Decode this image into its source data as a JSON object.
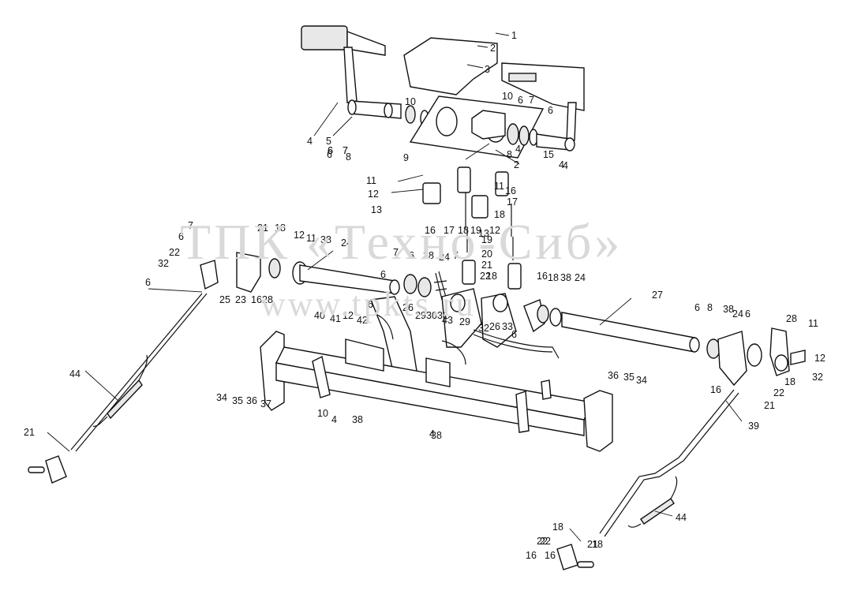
{
  "watermark": {
    "line1": "ТПК «Техно-Сиб»",
    "line2": "www.tpkts.ru"
  },
  "callouts": [
    "1",
    "2",
    "3",
    "4",
    "5",
    "6",
    "7",
    "6",
    "8",
    "10",
    "9",
    "10",
    "6",
    "7",
    "6",
    "4",
    "8",
    "2",
    "4",
    "15",
    "4",
    "7",
    "6",
    "11",
    "12",
    "13",
    "16",
    "17",
    "18",
    "19",
    "13",
    "12",
    "11",
    "16",
    "17",
    "18",
    "19",
    "20",
    "21",
    "22",
    "18",
    "16",
    "18",
    "38",
    "24",
    "7",
    "6",
    "32",
    "22",
    "21",
    "18",
    "12",
    "11",
    "38",
    "24",
    "6",
    "25",
    "23",
    "16",
    "28",
    "6",
    "7",
    "6",
    "38",
    "24",
    "7",
    "6",
    "26",
    "29",
    "30",
    "31",
    "43",
    "29",
    "32",
    "26",
    "33",
    "6",
    "27",
    "40",
    "41",
    "12",
    "42",
    "34",
    "35",
    "36",
    "37",
    "10",
    "4",
    "38",
    "4",
    "38",
    "36",
    "35",
    "34",
    "6",
    "8",
    "38",
    "24",
    "6",
    "28",
    "11",
    "12",
    "32",
    "18",
    "16",
    "22",
    "21",
    "39",
    "44",
    "44",
    "21",
    "18",
    "22",
    "16",
    "21",
    "22",
    "18",
    "16"
  ]
}
